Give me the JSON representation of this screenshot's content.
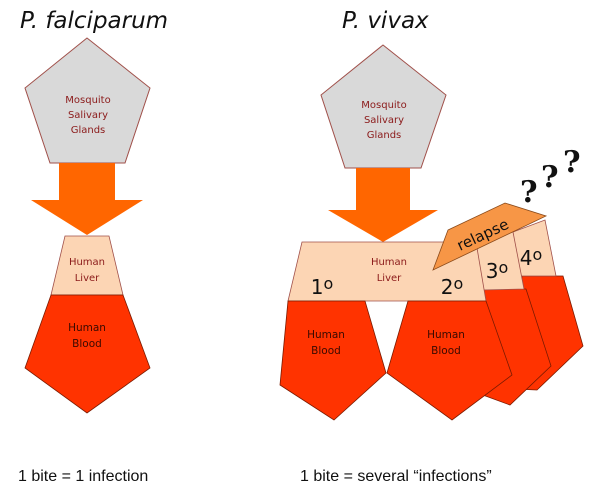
{
  "left": {
    "title": "P. falciparum",
    "mosquito": [
      "Mosquito",
      "Salivary",
      "Glands"
    ],
    "liver": [
      "Human",
      "Liver"
    ],
    "blood": [
      "Human",
      "Blood"
    ],
    "caption": "1 bite = 1 infection"
  },
  "right": {
    "title": "P. vivax",
    "mosquito": [
      "Mosquito",
      "Salivary",
      "Glands"
    ],
    "liver": [
      "Human",
      "Liver"
    ],
    "blood_1": [
      "Human",
      "Blood"
    ],
    "blood_2": [
      "Human",
      "Blood"
    ],
    "ordinals": [
      "1o",
      "2o",
      "3o",
      "4o"
    ],
    "relapse": "relapse",
    "question_marks": "???",
    "caption": "1 bite = several “infections”"
  },
  "colors": {
    "mosquito_fill": "#d9d9d9",
    "outline": "#a0504a",
    "arrow": "#ff6600",
    "liver": "#fcd5b4",
    "blood": "#ff3300",
    "relapse": "#f79646",
    "label_text": "#8b1a1a"
  }
}
